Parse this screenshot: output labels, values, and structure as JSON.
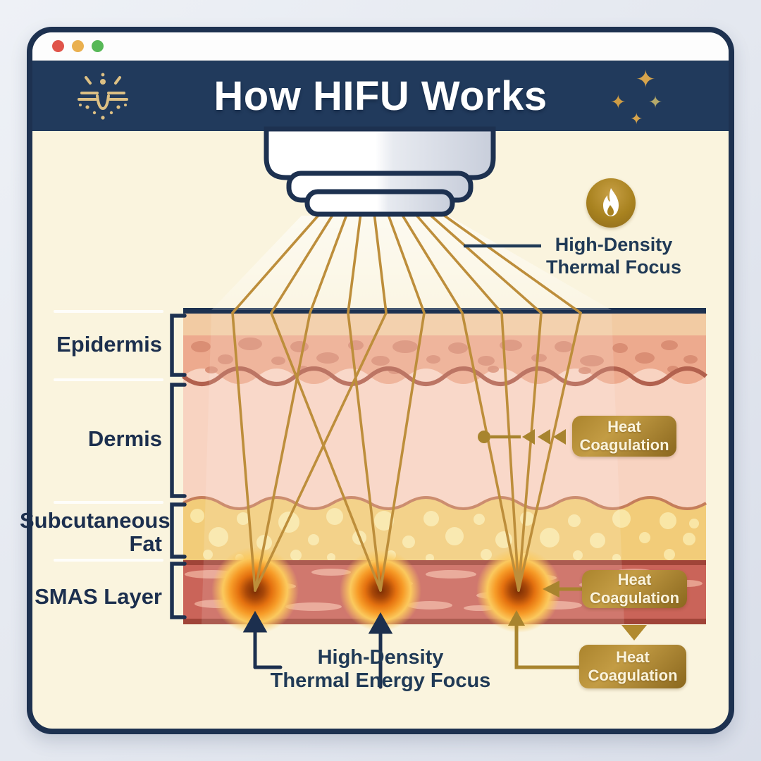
{
  "window": {
    "traffic_lights": {
      "close": "#e0544a",
      "minimize": "#eab04f",
      "expand": "#57b857"
    }
  },
  "header": {
    "title": "How HIFU Works"
  },
  "diagram": {
    "layers": [
      {
        "label": "Epidermis"
      },
      {
        "label": "Dermis"
      },
      {
        "label_line1": "Subcutaneous",
        "label_line2": "Fat"
      },
      {
        "label": "SMAS Layer"
      }
    ],
    "annotations": {
      "thermal_focus": {
        "line1": "High-Density",
        "line2": "Thermal Focus"
      },
      "energy_focus": {
        "line1": "High-Density",
        "line2": "Thermal Energy Focus"
      },
      "heat_badges": [
        {
          "line1": "Heat",
          "line2": "Coagulation"
        },
        {
          "line1": "Heat",
          "line2": "Coagulation"
        },
        {
          "line1": "Heat",
          "line2": "Coagulation"
        }
      ]
    },
    "icons": {
      "sparkle_glyph": "✦"
    }
  },
  "colors": {
    "navy": "#213a5c",
    "frame_navy": "#1d3150",
    "cream": "#faf4de",
    "beam_gold": "#bd8e3b",
    "accent_gold": "#a8842e",
    "epidermis_band": "#edaa8e",
    "dermis_pink": "#f8d3c1",
    "fat_yellow": "#f2cc79",
    "smas_red": "#ca6459"
  }
}
